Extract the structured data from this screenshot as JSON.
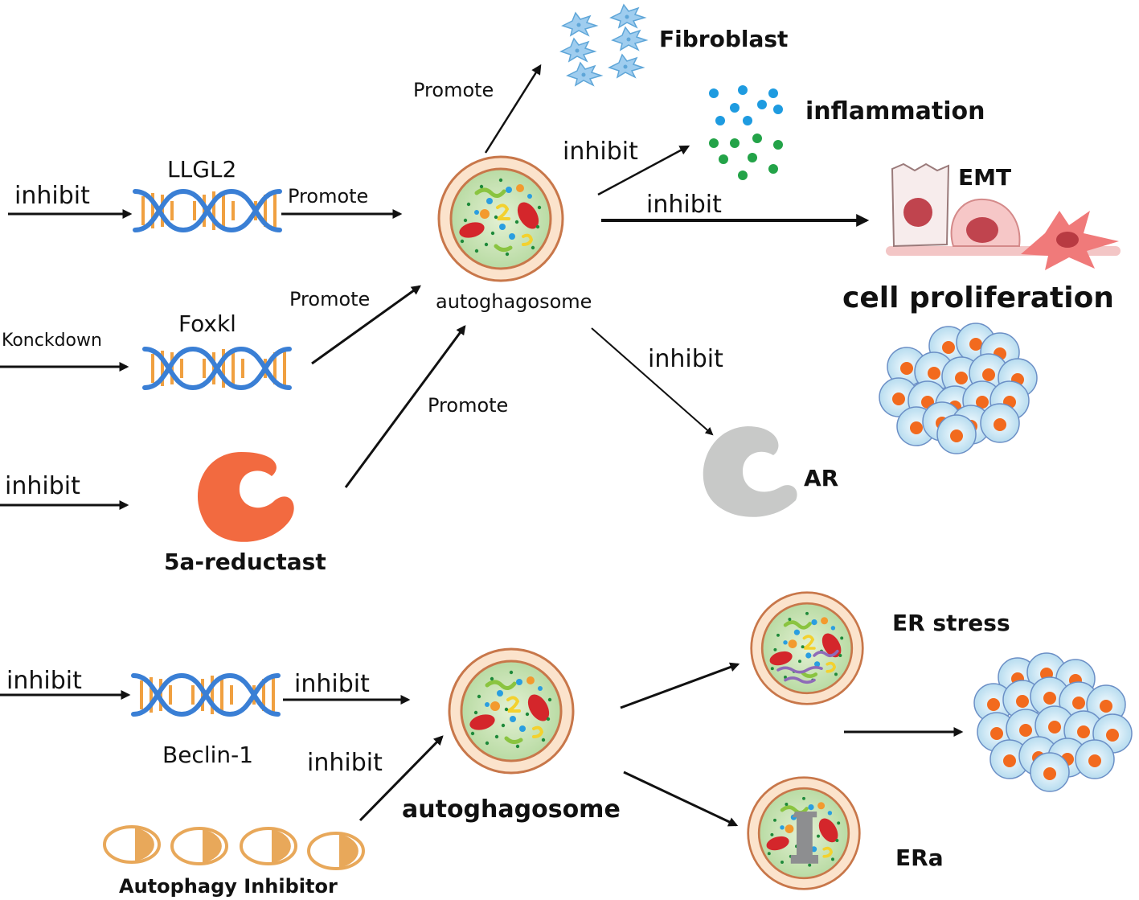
{
  "labels": {
    "fibroblast": "Fibroblast",
    "inflammation": "inflammation",
    "emt": "EMT",
    "cell_proliferation": "cell proliferation",
    "llgl2": "LLGL2",
    "foxkl": "Foxkl",
    "five_a_reductast": "5a-reductast",
    "autophagosome_top": "autoghagosome",
    "ar": "AR",
    "beclin1": "Beclin-1",
    "autophagosome_bottom": "autoghagosome",
    "autophagy_inhibitor": "Autophagy Inhibitor",
    "er_stress": "ER stress",
    "era": "ERa"
  },
  "edges": {
    "inhibit_llgl2": "inhibit",
    "llgl2_promote": "Promote",
    "konckdown_foxkl": "Konckdown",
    "foxkl_promote": "Promote",
    "inhibit_5a": "inhibit",
    "five_a_promote": "Promote",
    "promote_fibroblast": "Promote",
    "inhibit_inflammation": "inhibit",
    "inhibit_emt": "inhibit",
    "inhibit_ar": "inhibit",
    "inhibit_beclin1": "inhibit",
    "beclin1_inhibit": "inhibit",
    "inhibitor_inhibit": "inhibit"
  },
  "colors": {
    "dna_strand": "#3a7fd5",
    "dna_rung": "#f0a040",
    "reductase": "#f26a40",
    "ar_receptor": "#c8c9c8",
    "cell_outer": "#fbe6d2",
    "cell_ring": "#c8774a",
    "cell_inner": "#c9e3b8",
    "fibroblast": "#9fcdef",
    "inflammation_blue": "#1e9be0",
    "inflammation_green": "#23a348",
    "pill_orange": "#e8a85a"
  },
  "icons": [
    "dna-icon",
    "enzyme-icon",
    "receptor-icon",
    "fibroblast-icon",
    "cytokine-icon",
    "cell-icon",
    "cell-cluster-icon",
    "pill-icon",
    "autophagosome-icon"
  ]
}
